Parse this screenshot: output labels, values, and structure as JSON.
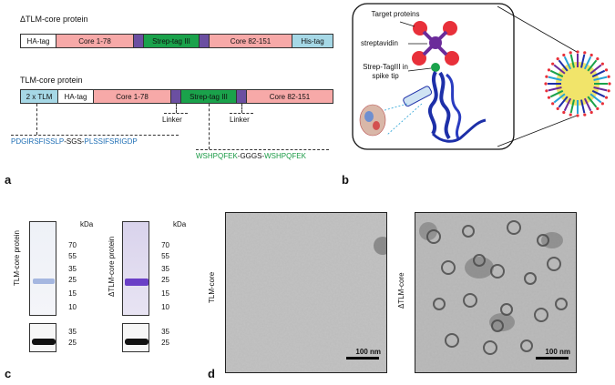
{
  "panel_a": {
    "letter": "a",
    "delta_title": "ΔTLM-core protein",
    "delta_segments": [
      "HA-tag",
      "Core 1-78",
      "Strep-tag III",
      "Core 82-151",
      "His-tag"
    ],
    "tlm_title": "TLM-core protein",
    "tlm_segments": [
      "2 x TLM",
      "HA-tag",
      "Core 1-78",
      "Strep-tag III",
      "Core 82-151"
    ],
    "linker1": "Linker",
    "linker2": "Linker",
    "seq_tlm_part1": "PDGIRSFISSLP",
    "seq_tlm_sep": "-SGS-",
    "seq_tlm_part2": "PLSSIFSRIGDP",
    "seq_strep_part1": "WSHPQFEK",
    "seq_strep_sep": "-GGGS-",
    "seq_strep_part2": "WSHPQFEK"
  },
  "panel_b": {
    "letter": "b",
    "target_label": "Target proteins",
    "streptavidin_label": "streptavidin",
    "strep_label": "Strep-TagIII in spike tip"
  },
  "panel_c": {
    "letter": "c",
    "kda": "kDa",
    "lane1_label": "TLM-core protein",
    "lane2_label": "ΔTLM-core protein",
    "markers": [
      "70",
      "55",
      "35",
      "25",
      "15",
      "10"
    ],
    "blot_markers": [
      "35",
      "25"
    ]
  },
  "panel_d": {
    "letter": "d",
    "img1_label": "TLM-core",
    "img2_label": "ΔTLM-core",
    "scale": "100 nm"
  },
  "colors": {
    "core": "#f7a9a8",
    "strep": "#1aa24b",
    "linker": "#6b4fa1",
    "tag": "#a6d8e6",
    "seq_blue": "#1f6fb5",
    "seq_green": "#1a9a45"
  }
}
